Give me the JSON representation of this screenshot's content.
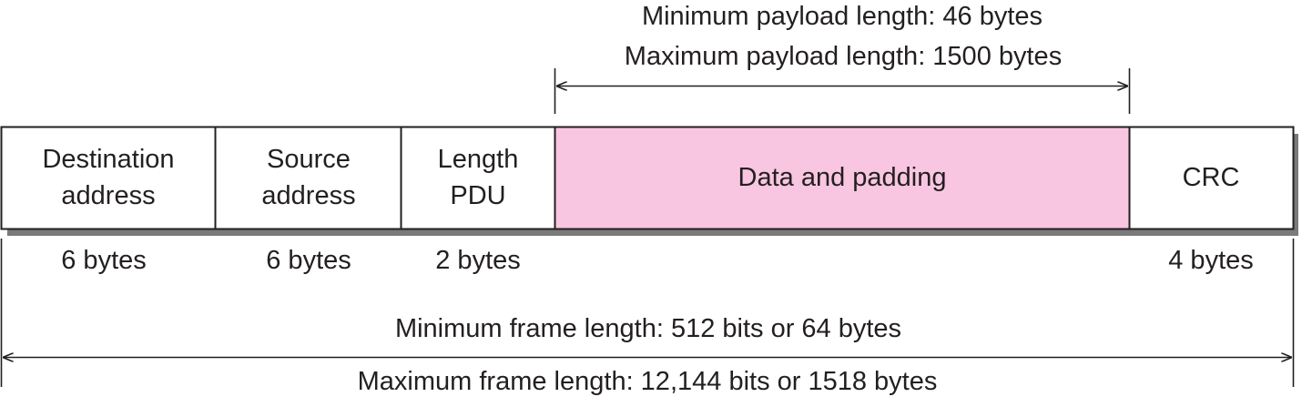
{
  "payload": {
    "min_label": "Minimum payload length: 46 bytes",
    "max_label": "Maximum payload length: 1500 bytes"
  },
  "fields": [
    {
      "line1": "Destination",
      "line2": "address",
      "size": "6 bytes",
      "highlighted": false
    },
    {
      "line1": "Source",
      "line2": "address",
      "size": "6 bytes",
      "highlighted": false
    },
    {
      "line1": "Length",
      "line2": "PDU",
      "size": "2 bytes",
      "highlighted": false
    },
    {
      "line1": "Data and padding",
      "line2": "",
      "size": "",
      "highlighted": true
    },
    {
      "line1": "CRC",
      "line2": "",
      "size": "4 bytes",
      "highlighted": false
    }
  ],
  "frame": {
    "min_label": "Minimum frame length: 512 bits or 64 bytes",
    "max_label": "Maximum frame length: 12,144 bits or 1518 bytes"
  },
  "colors": {
    "highlight_fill": "#f9c6e1",
    "stroke": "#231f20",
    "shadow": "#7a7a7a"
  }
}
